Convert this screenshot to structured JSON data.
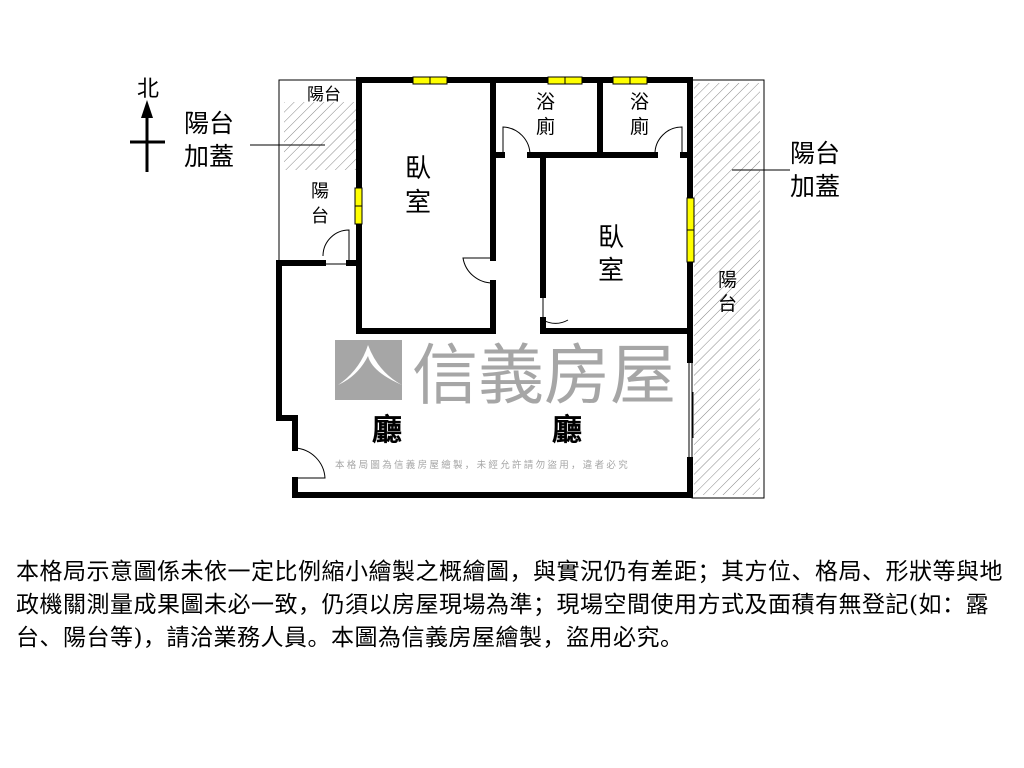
{
  "compass": {
    "north_label": "北"
  },
  "rooms": {
    "balcony_top_left": "陽台",
    "balcony_left": [
      "陽",
      "台"
    ],
    "balcony_right": [
      "陽",
      "台"
    ],
    "bedroom_1": [
      "臥",
      "室"
    ],
    "bedroom_2": [
      "臥",
      "室"
    ],
    "bath_1": [
      "浴",
      "廁"
    ],
    "bath_2": [
      "浴",
      "廁"
    ],
    "living_1": "廳",
    "living_2": "廳"
  },
  "callouts": {
    "left": [
      "陽台",
      "加蓋"
    ],
    "right": [
      "陽台",
      "加蓋"
    ]
  },
  "watermark": {
    "brand": "信義房屋",
    "notice": "本格局圖為信義房屋繪製，未經允許請勿盜用，違者必究"
  },
  "colors": {
    "wall": "#000000",
    "window": "#ffff00",
    "watermark": "#a6a6a6",
    "hatch": "#888888"
  },
  "disclaimer": "本格局示意圖係未依一定比例縮小繪製之概繪圖，與實況仍有差距；其方位、格局、形狀等與地政機關測量成果圖未必一致，仍須以房屋現場為準；現場空間使用方式及面積有無登記(如：露台、陽台等)，請洽業務人員。本圖為信義房屋繪製，盜用必究。"
}
